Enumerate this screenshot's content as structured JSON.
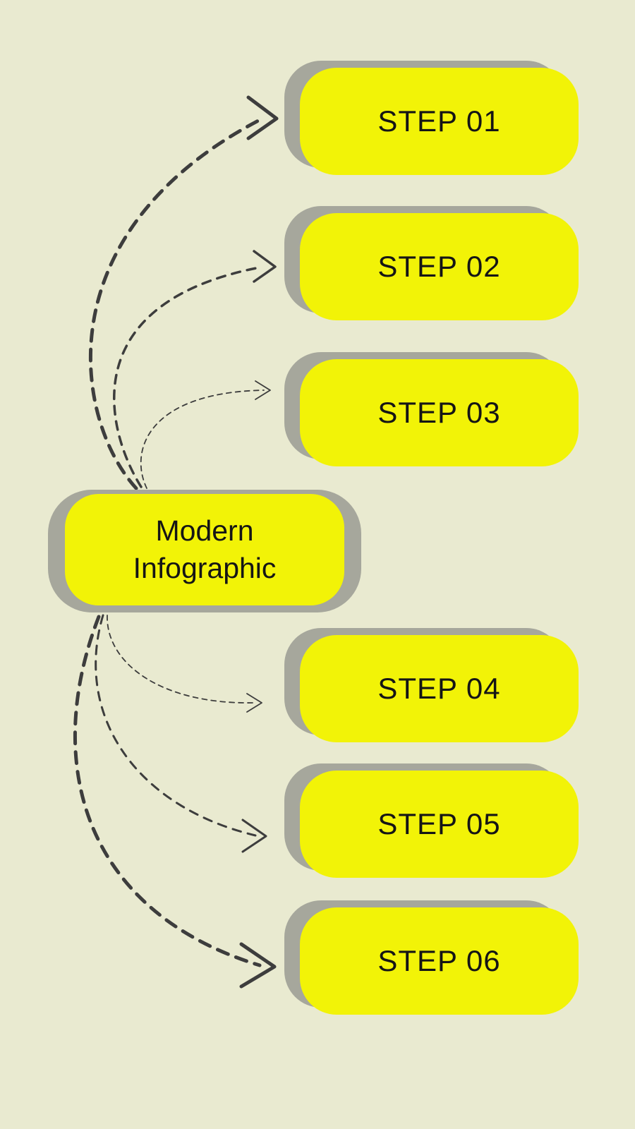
{
  "title": "Modern Infographic process diagram",
  "colors": {
    "background": "#e9ead0",
    "box_fill": "#f2f307",
    "box_shadow": "#a6a79c",
    "text": "#151515",
    "arrow": "#3d3d3d"
  },
  "center": {
    "line1": "Modern",
    "line2": "Infographic"
  },
  "steps": [
    {
      "label": "STEP 01"
    },
    {
      "label": "STEP 02"
    },
    {
      "label": "STEP 03"
    },
    {
      "label": "STEP 04"
    },
    {
      "label": "STEP 05"
    },
    {
      "label": "STEP 06"
    }
  ]
}
